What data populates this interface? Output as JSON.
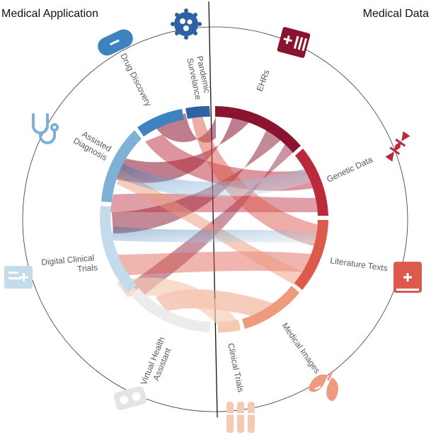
{
  "headers": {
    "left": "Medical Application",
    "right": "Medical Data"
  },
  "applications": [
    {
      "id": "pandemic",
      "label": [
        "Pandemic",
        "Survelance"
      ],
      "color": "#2e62a4",
      "icon": "virus-icon"
    },
    {
      "id": "drug",
      "label": [
        "Drug Discovery"
      ],
      "color": "#3f82c0",
      "icon": "capsule-icon"
    },
    {
      "id": "diagnosis",
      "label": [
        "Assisted",
        "Diagnosis"
      ],
      "color": "#7fb1d6",
      "icon": "stethoscope-icon"
    },
    {
      "id": "trials_digital",
      "label": [
        "Digital Clinical",
        "Trials"
      ],
      "color": "#c4dbec",
      "icon": "id-card-icon"
    },
    {
      "id": "assistant",
      "label": [
        "Virtual Health",
        "Assistant"
      ],
      "color": "#ececec",
      "icon": "vr-headset-icon"
    }
  ],
  "data_sources": [
    {
      "id": "ehr",
      "label": [
        "EHRs"
      ],
      "color": "#8a1430",
      "icon": "medical-record-icon"
    },
    {
      "id": "genetic",
      "label": [
        "Genetic Data"
      ],
      "color": "#bb2a3a",
      "icon": "dna-icon"
    },
    {
      "id": "literature",
      "label": [
        "Literature Texts"
      ],
      "color": "#dc5a4c",
      "icon": "medical-book-icon"
    },
    {
      "id": "images",
      "label": [
        "Medical Images"
      ],
      "color": "#ee9a7c",
      "icon": "lungs-icon"
    },
    {
      "id": "clinical",
      "label": [
        "Clinical Trials"
      ],
      "color": "#f6c9b3",
      "icon": "test-tubes-icon"
    }
  ]
}
